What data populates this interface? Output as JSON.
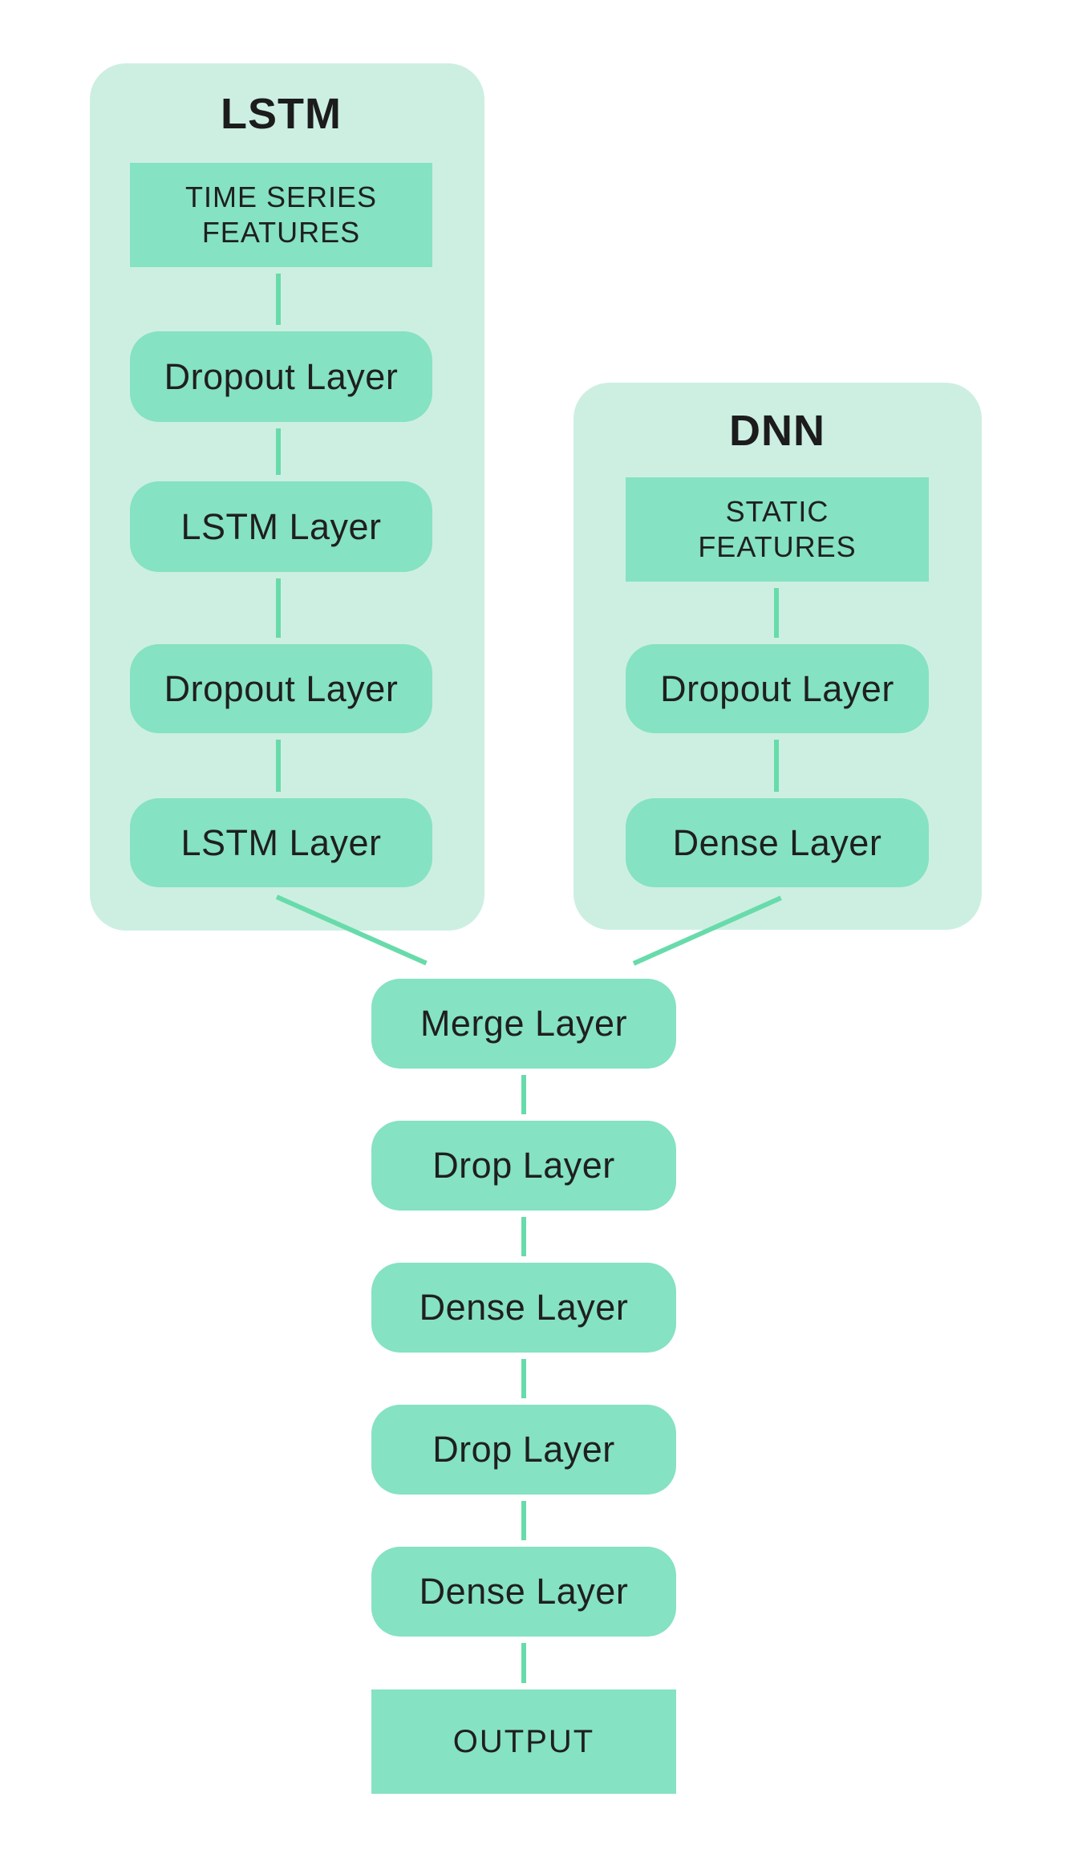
{
  "colors": {
    "background": "#ffffff",
    "panel_background": "#cdefe2",
    "box_background": "#85e2c2",
    "connector": "#68dbab",
    "text": "#1f1f1f"
  },
  "lstm_branch": {
    "title": "LSTM",
    "input_label": "TIME SERIES FEATURES",
    "layers": [
      "Dropout Layer",
      "LSTM Layer",
      "Dropout Layer",
      "LSTM Layer"
    ]
  },
  "dnn_branch": {
    "title": "DNN",
    "input_label": "STATIC FEATURES",
    "layers": [
      "Dropout Layer",
      "Dense Layer"
    ]
  },
  "merge_chain": {
    "layers": [
      "Merge Layer",
      "Drop Layer",
      "Dense Layer",
      "Drop Layer",
      "Dense Layer"
    ],
    "output_label": "OUTPUT"
  }
}
